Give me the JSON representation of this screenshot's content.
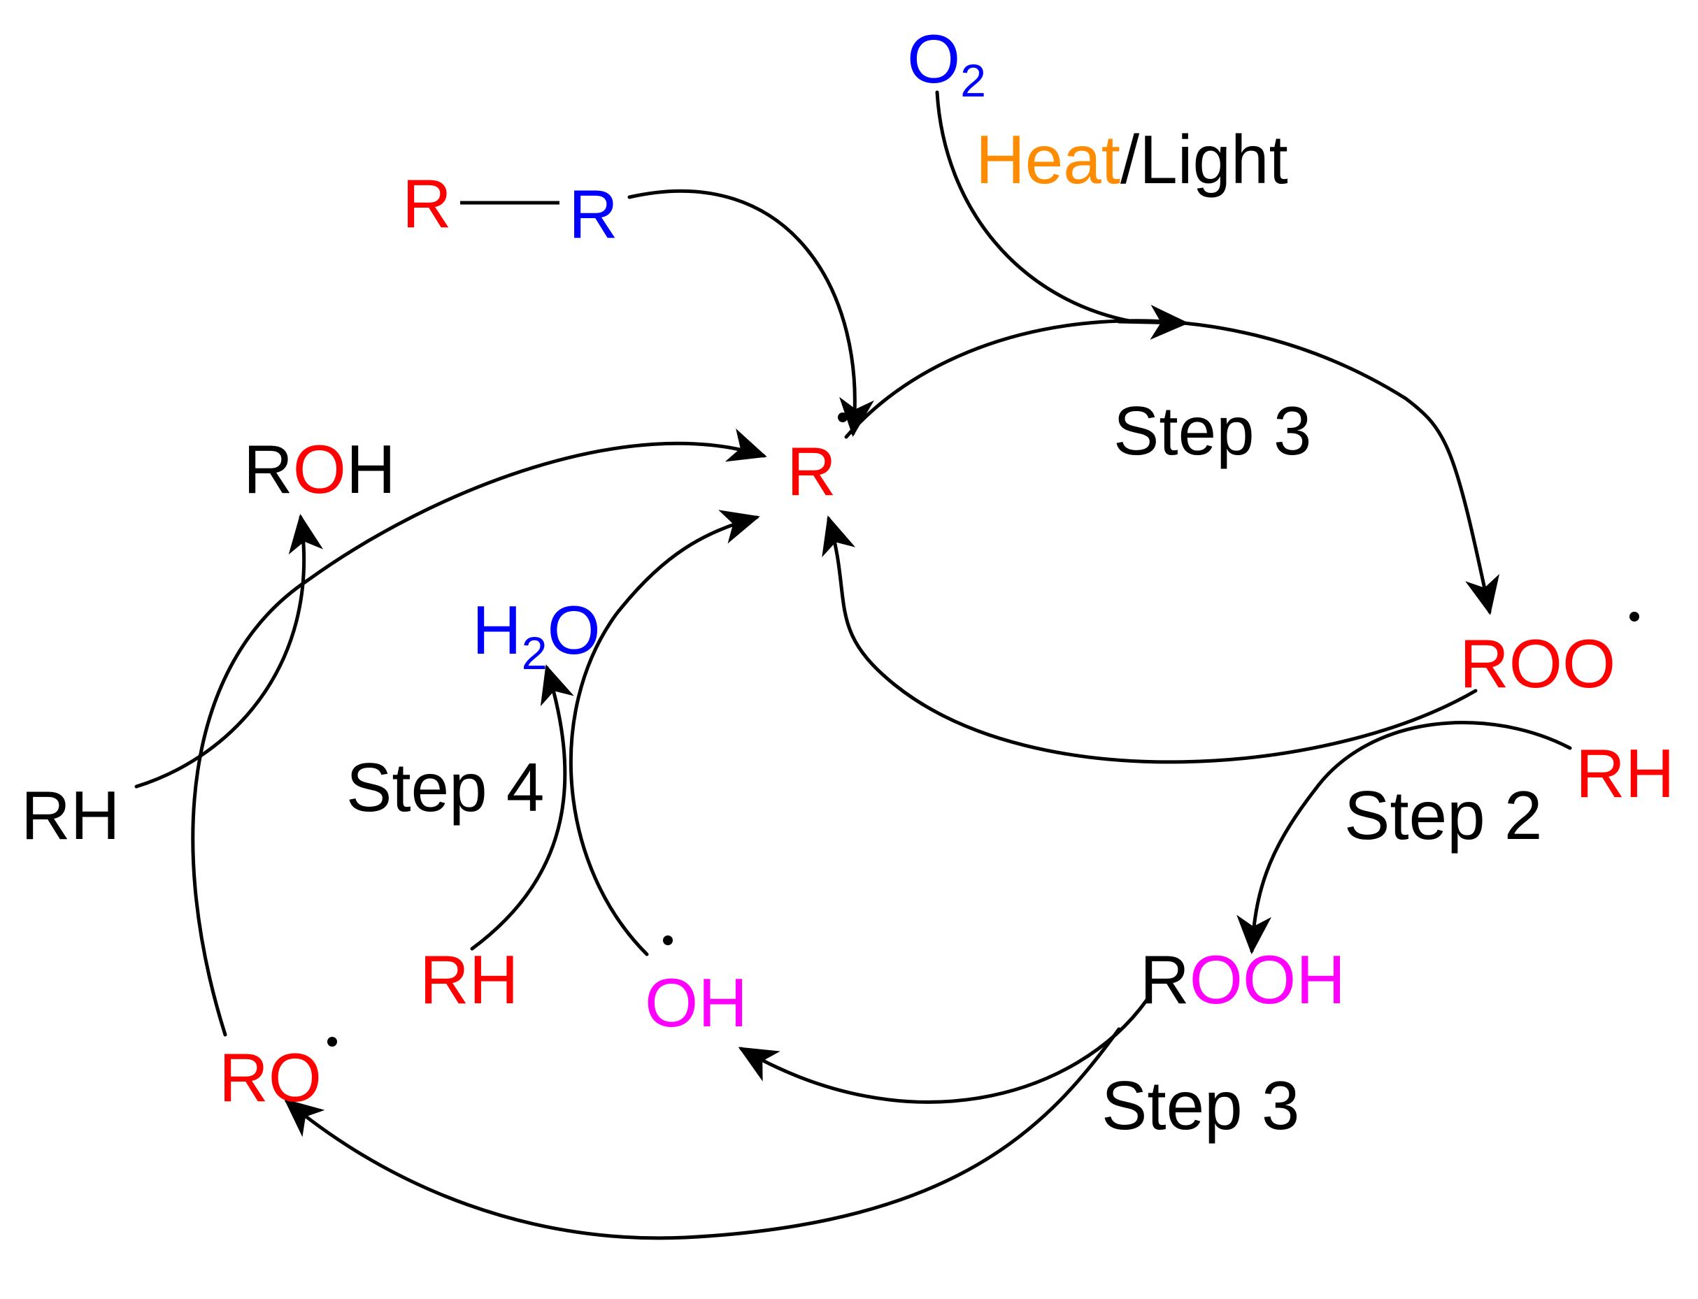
{
  "colors": {
    "red": "#ff0000",
    "blue": "#0000ff",
    "magenta": "#ff00ff",
    "orange": "#ff8c00",
    "black": "#000000"
  },
  "species": {
    "r_radical_center": "R",
    "rr_left": "R",
    "rr_right": "R",
    "o2_main": "O",
    "o2_sub": "2",
    "heat": "Heat",
    "light": "/Light",
    "roo": "ROO",
    "rh_right": "RH",
    "rooh_r": "R",
    "rooh_ooh": "OOH",
    "oh": "OH",
    "ro": "RO",
    "roh_r": "R",
    "roh_o": "O",
    "roh_h": "H",
    "rh_left": "RH",
    "rh_bottom": "RH",
    "h2o_h": "H",
    "h2o_sub": "2",
    "h2o_o": "O"
  },
  "steps": {
    "step3_top": "Step 3",
    "step2": "Step 2",
    "step3_bottom": "Step 3",
    "step4": "Step 4"
  }
}
